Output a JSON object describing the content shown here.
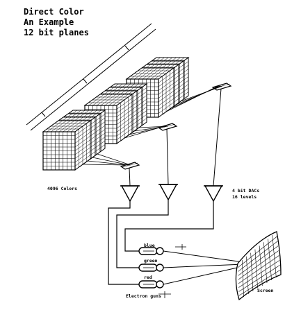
{
  "title": {
    "line1": "Direct Color",
    "line2": "An Example",
    "line3": "12 bit planes"
  },
  "labels": {
    "colors": "4096 Colors",
    "dacs_line1": "4 bit DACs",
    "dacs_line2": "16 levels",
    "gun_blue": "blue",
    "gun_green": "green",
    "gun_red": "red",
    "electron_guns": "Electron guns",
    "screen": "Screen"
  },
  "colors": {
    "ink": "#000000",
    "paper": "#ffffff"
  },
  "diagram": {
    "plane_groups": 3,
    "planes_per_group": 4,
    "dacs": 3,
    "electron_guns": 3
  }
}
